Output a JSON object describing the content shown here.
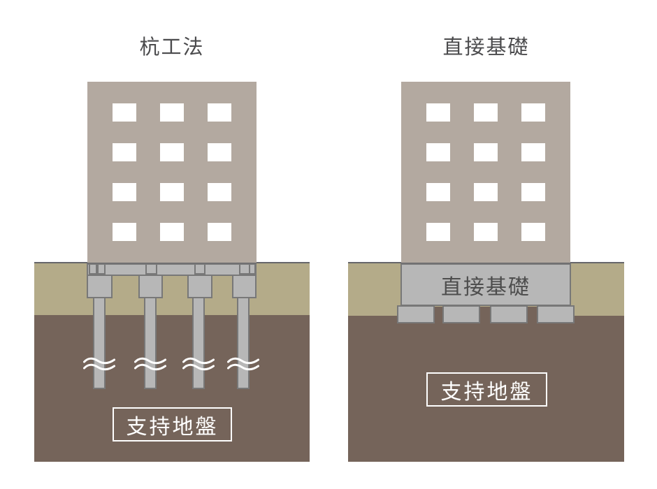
{
  "panels": {
    "pile": {
      "title": "杭工法",
      "ground_label": "支持地盤",
      "pile_count": 4,
      "window_rows": 4,
      "window_cols": 3
    },
    "direct": {
      "title": "直接基礎",
      "foundation_label": "直接基礎",
      "ground_label": "支持地盤",
      "footing_count": 4,
      "window_rows": 4,
      "window_cols": 3
    }
  },
  "colors": {
    "building": "#b3a9a0",
    "window": "#ffffff",
    "upper_soil": "#b4ab89",
    "support_soil": "#75645a",
    "concrete_fill": "#b7b7b7",
    "concrete_border": "#787878",
    "ground_line": "#66666a",
    "title_text": "#4b4b4d",
    "foundation_label_text": "#4d4d4d",
    "ground_label_text": "#ffffff",
    "figure_bg": "#ffffff"
  }
}
